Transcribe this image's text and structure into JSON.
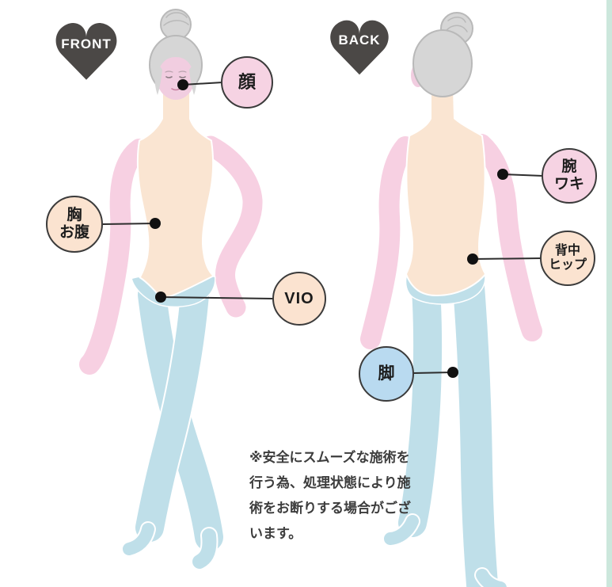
{
  "hearts": {
    "front": {
      "label": "FRONT"
    },
    "back": {
      "label": "BACK"
    }
  },
  "callouts": [
    {
      "id": "face",
      "lines": [
        "顔"
      ]
    },
    {
      "id": "chest-belly",
      "lines": [
        "胸",
        "お腹"
      ]
    },
    {
      "id": "vio",
      "lines": [
        "VIO"
      ]
    },
    {
      "id": "arm-armpit",
      "lines": [
        "腕",
        "ワキ"
      ]
    },
    {
      "id": "back-hip",
      "lines": [
        "背中",
        "ヒップ"
      ]
    },
    {
      "id": "leg",
      "lines": [
        "脚"
      ]
    }
  ],
  "disclaimer": {
    "lines": [
      "※安全にスムーズな施術を",
      "行う為、処理状態により施",
      "術をお断りする場合がござ",
      "います。"
    ]
  },
  "palette": {
    "heart": "#4b4846",
    "label_pink": "#f6d3e3",
    "label_peach": "#fbe3d0",
    "label_blue": "#b9daf0",
    "body_arm_pink": "#f7d0e2",
    "body_torso_peach": "#fae5d2",
    "body_leg_blue": "#bfdfe9",
    "hair_gray": "#d6d6d6",
    "face_pink": "#f1cde0",
    "edge_strip_mint": "#cce7dc",
    "line_dark": "#2d2d2d"
  }
}
